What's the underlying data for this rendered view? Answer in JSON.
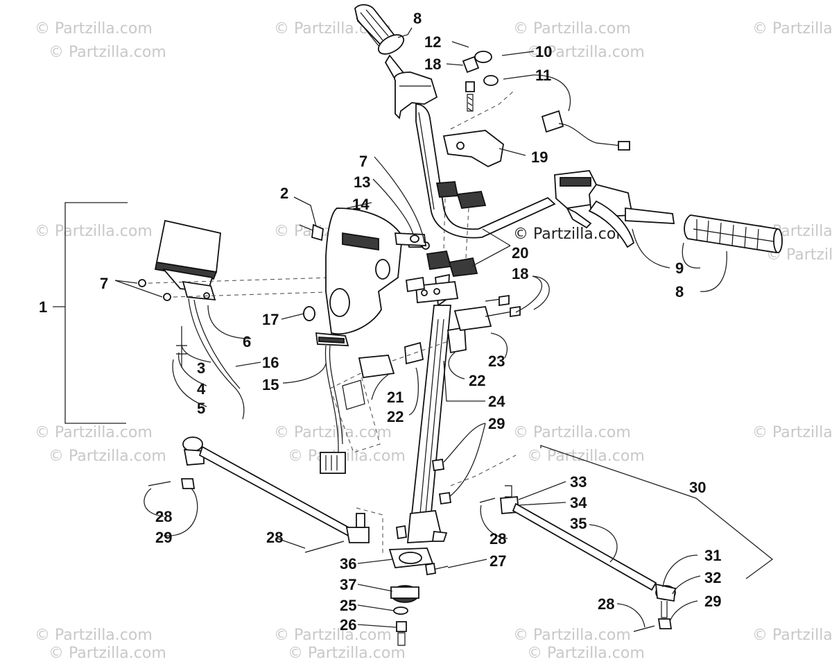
{
  "diagram": {
    "watermark": "© Partzilla.com",
    "callouts": [
      "1",
      "2",
      "3",
      "4",
      "5",
      "6",
      "7",
      "7",
      "7",
      "8",
      "8",
      "9",
      "10",
      "11",
      "12",
      "13",
      "14",
      "15",
      "16",
      "17",
      "18",
      "18",
      "19",
      "20",
      "21",
      "22",
      "22",
      "23",
      "24",
      "25",
      "26",
      "27",
      "28",
      "28",
      "28",
      "28",
      "29",
      "29",
      "29",
      "29",
      "30",
      "31",
      "32",
      "33",
      "34",
      "35",
      "36",
      "37"
    ]
  }
}
